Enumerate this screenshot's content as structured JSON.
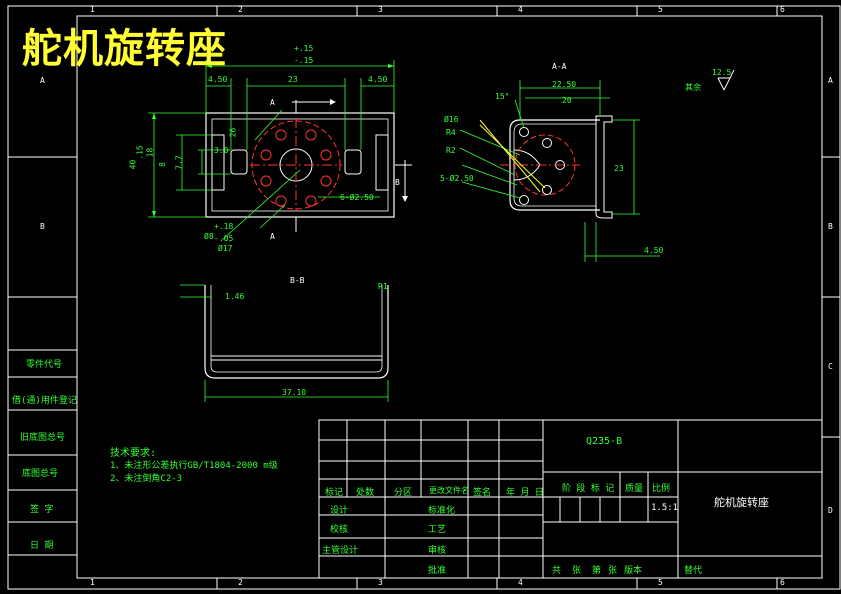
{
  "drawing": {
    "title_large": "舵机旋转座",
    "title_block_name": "舵机旋转座",
    "material": "Q235-B",
    "scale": "1.5:1",
    "roughness": "12.5",
    "roughness_prefix": "其余"
  },
  "zones": {
    "columns": [
      "1",
      "2",
      "3",
      "4",
      "5",
      "6"
    ],
    "rows": [
      "A",
      "B",
      "C",
      "D"
    ]
  },
  "views": {
    "section_aa": "A-A",
    "section_bb": "B-B",
    "cut_a": "A",
    "cut_b": "B"
  },
  "dimensions": {
    "top_tol1": "+.15",
    "top_tol2": "-.15",
    "w_450_left": "4.50",
    "w_23": "23",
    "w_450_right": "4.50",
    "h_40": "40",
    "h_tol": ".15",
    "h_18": "18",
    "h_8": "8",
    "h_77": "7.7",
    "h_3": "3.0",
    "d_16_left": "26",
    "d_650": "6-Ø2.50",
    "d_8": "Ø8",
    "d_8_tol1": "+.18",
    "d_8_tol2": "-.05",
    "d_17": "Ø17",
    "aa_2250": "22.50",
    "aa_20": "20",
    "aa_23": "23",
    "aa_r16": "Ø16",
    "aa_r4": "R4",
    "aa_r2": "R2",
    "aa_5x250": "5-Ø2.50",
    "aa_450": "4.50",
    "aa_angle": "15°",
    "bb_t": "1.46",
    "bb_37": "37.10",
    "bb_r": "R1"
  },
  "notes": {
    "heading": "技术要求:",
    "line1": "1、未注形公差执行GB/T1804-2000 m级",
    "line2": "2、未注倒角C2-3"
  },
  "left_strip": [
    "零件代号",
    "借(通)用件登记",
    "旧底图总号",
    "底图总号",
    "签 字",
    "日 期"
  ],
  "title_block": {
    "headers": [
      "标记",
      "处数",
      "分区",
      "更改文件名",
      "签名",
      "年 月 日"
    ],
    "roles": [
      "设计",
      "校核",
      "主管设计"
    ],
    "roles_mid": [
      "标准化",
      "工艺",
      "审核",
      "批准"
    ],
    "stage": [
      "阶 段 标 记",
      "质量",
      "比例"
    ],
    "bottom": [
      "共",
      "张",
      "第",
      "张",
      "版本",
      "替代"
    ]
  }
}
